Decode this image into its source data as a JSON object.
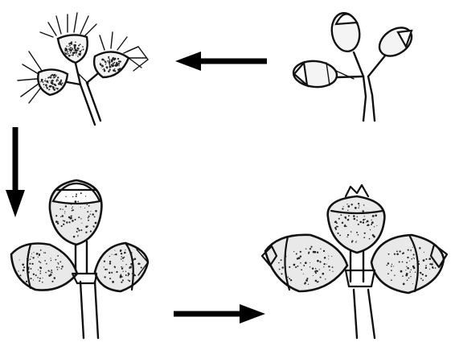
{
  "diagram": {
    "stages": [
      {
        "id": "stage-1",
        "state": "closed buds with caps"
      },
      {
        "id": "stage-2",
        "state": "flowering, caps shed, stamens open"
      },
      {
        "id": "stage-3",
        "state": "developing fruit capsules"
      },
      {
        "id": "stage-4",
        "state": "mature capsules, valves opening"
      }
    ],
    "flow": [
      "stage-1",
      "stage-2",
      "stage-3",
      "stage-4"
    ],
    "colors": {
      "ink": "#111111",
      "background": "#ffffff"
    }
  }
}
